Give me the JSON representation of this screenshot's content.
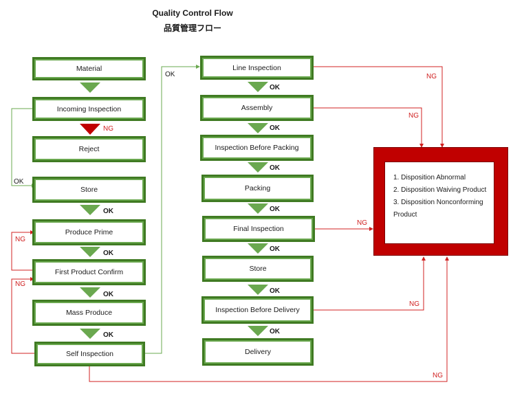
{
  "title": "Quality Control Flow",
  "subtitle": "品質管理フロー",
  "left_column": [
    "Material",
    "Incoming Inspection",
    "Reject",
    "Store",
    "Produce Prime",
    "First Product Confirm",
    "Mass Produce",
    "Self Inspection"
  ],
  "middle_column": [
    "Line Inspection",
    "Assembly",
    "Inspection Before Packing",
    "Packing",
    "Final Inspection",
    "Store",
    "Inspection Before Delivery",
    "Delivery"
  ],
  "disposition": {
    "items": [
      "1.  Disposition Abnormal",
      "2.  Disposition Waiving Product",
      "3.  Disposition Nonconforming Product"
    ]
  },
  "labels": {
    "ok": "OK",
    "ng": "NG"
  },
  "colors": {
    "green": "#6aa84f",
    "dark_green": "#3f7a22",
    "red": "#d02020",
    "dark_red": "#c00000"
  }
}
